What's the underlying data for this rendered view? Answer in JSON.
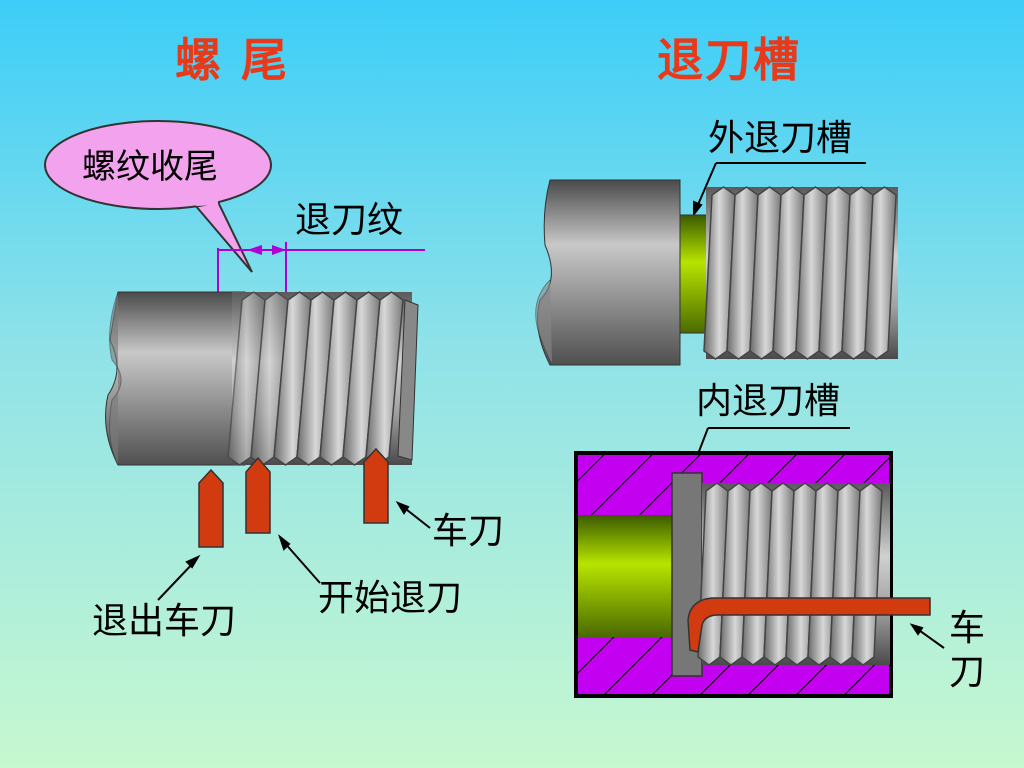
{
  "titles": {
    "left": "螺  尾",
    "right": "退刀槽"
  },
  "labels": {
    "thread_runout_bubble": "螺纹收尾",
    "runout_thread": "退刀纹",
    "exit_tool": "退出车刀",
    "start_retract": "开始退刀",
    "turning_tool_left": "车刀",
    "outer_groove": "外退刀槽",
    "inner_groove": "内退刀槽",
    "turning_tool_right_1": "车",
    "turning_tool_right_2": "刀"
  },
  "colors": {
    "title": "#e63a1a",
    "tool": "#d23a10",
    "bubble": "#f3a3ee",
    "dimension": "#b000d8",
    "groove": "#a8d800",
    "hatch_fill": "#c400f0"
  }
}
